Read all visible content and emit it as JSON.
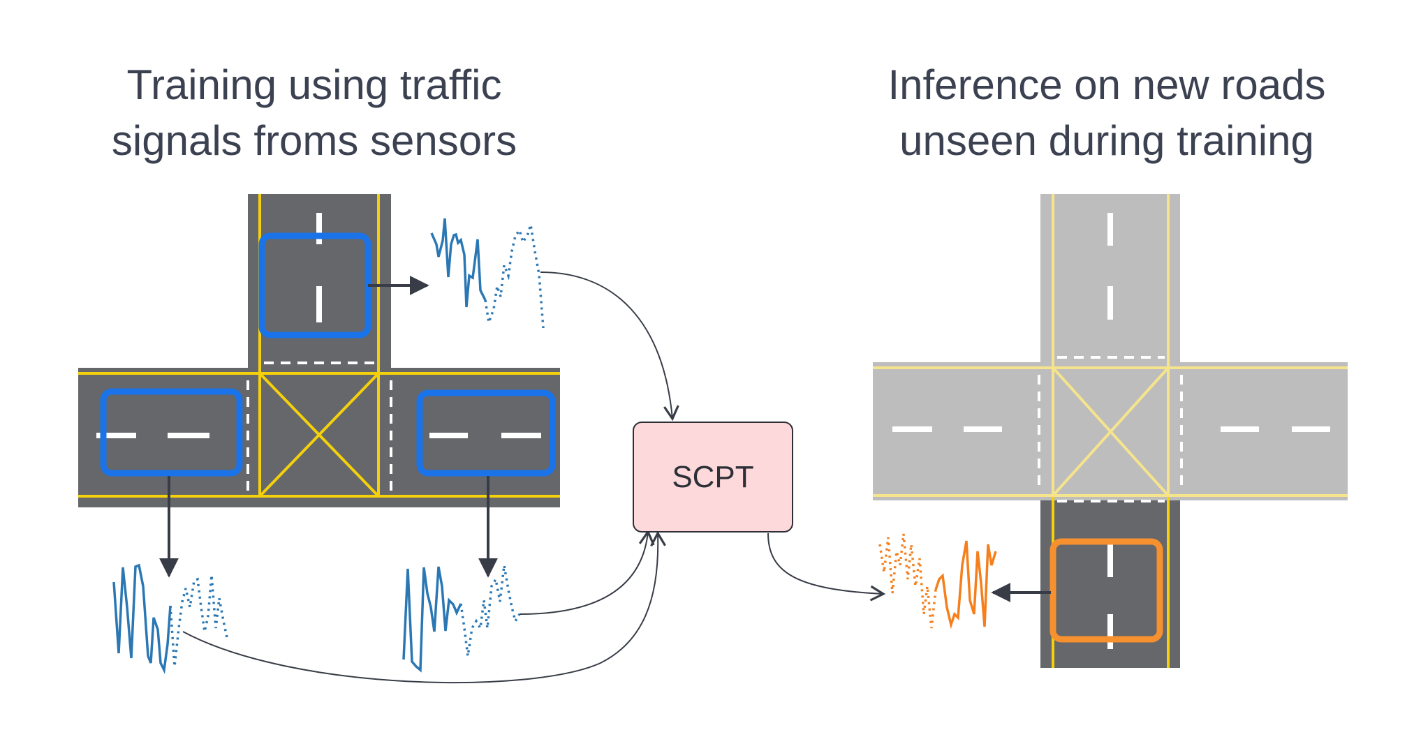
{
  "titles": {
    "left_line1": "Training using traffic",
    "left_line2": "signals froms sensors",
    "right_line1": "Inference on new roads",
    "right_line2": "unseen during training"
  },
  "model_box": {
    "label": "SCPT",
    "fill": "#fdd9dc",
    "stroke": "#2c2f36"
  },
  "colors": {
    "road_dark": "#65676a",
    "road_light": "#bdbdbd",
    "lane_yellow": "#f5d10c",
    "lane_yellow_light": "#f6e48c",
    "sensor_blue": "#1a73e8",
    "sensor_orange": "#f7912f",
    "signal_blue": "#2a77b4",
    "signal_orange": "#f47f1c",
    "arrow": "#373c46"
  }
}
